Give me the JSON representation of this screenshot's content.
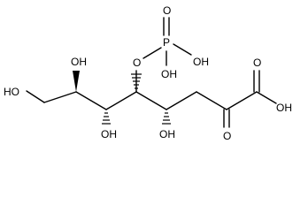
{
  "structure": {
    "labels": {
      "o_ester": "O",
      "p_atom": "P",
      "o_double_p": "O",
      "oh_p_right": "OH",
      "oh_p_below": "OH",
      "o_keto_acid": "O",
      "oh_acid": "OH",
      "o_ketone": "O",
      "oh_c4": "OH",
      "oh_c7": "OH",
      "oh_c6": "OH",
      "ho_c8": "HO"
    },
    "colors": {
      "ink": "#000000",
      "background": "#ffffff"
    }
  }
}
